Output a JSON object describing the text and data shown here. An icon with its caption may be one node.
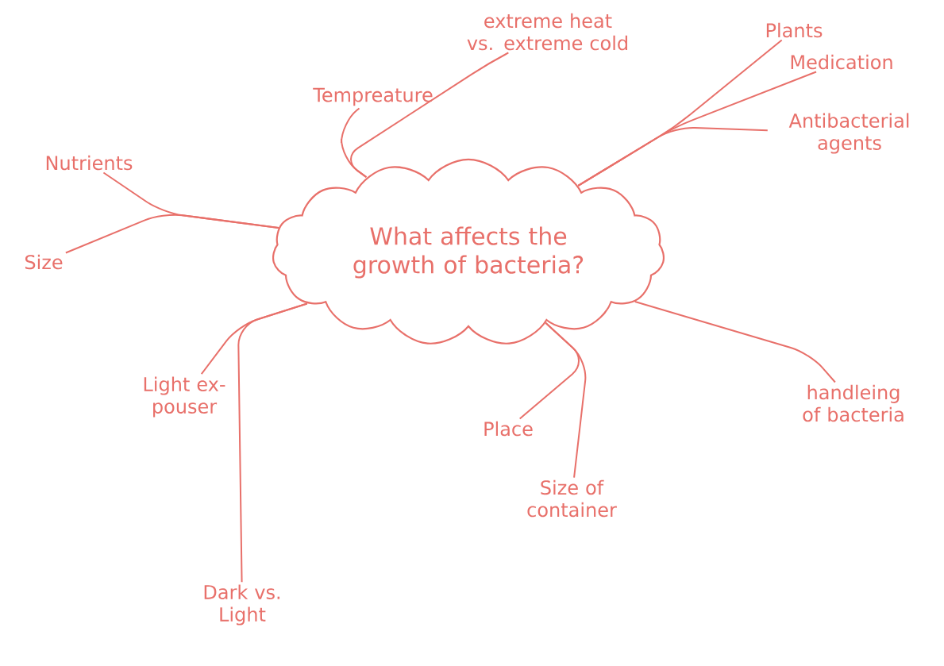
{
  "diagram": {
    "nodes": [
      {
        "text": [
          "What affects the growth of bacteria?"
        ]
      },
      {
        "text": [
          "Tempreature"
        ]
      },
      {
        "text": [
          "extreme heat vs. extreme cold"
        ]
      },
      {
        "text": [
          "Nutrients"
        ]
      },
      {
        "text": [
          "Size"
        ]
      },
      {
        "text": [
          "Plants"
        ]
      },
      {
        "text": [
          "Medication"
        ]
      },
      {
        "text": [
          "Antibacterial agents"
        ]
      },
      {
        "text": [
          "Light ex- pouser"
        ]
      },
      {
        "text": [
          "Dark vs. Light"
        ]
      },
      {
        "text": [
          "Place"
        ]
      },
      {
        "text": [
          "Size of container"
        ]
      },
      {
        "text": [
          "handleing of bacteria"
        ]
      }
    ],
    "edges": [
      {
        "from": 0,
        "to": 1,
        "arrow": "none"
      },
      {
        "from": 0,
        "to": 2,
        "arrow": "none"
      },
      {
        "from": 0,
        "to": 3,
        "arrow": "none"
      },
      {
        "from": 0,
        "to": 4,
        "arrow": "none"
      },
      {
        "from": 0,
        "to": 5,
        "arrow": "none"
      },
      {
        "from": 0,
        "to": 6,
        "arrow": "none"
      },
      {
        "from": 0,
        "to": 7,
        "arrow": "none"
      },
      {
        "from": 0,
        "to": 8,
        "arrow": "none"
      },
      {
        "from": 0,
        "to": 9,
        "arrow": "none"
      },
      {
        "from": 0,
        "to": 10,
        "arrow": "none"
      },
      {
        "from": 0,
        "to": 11,
        "arrow": "none"
      },
      {
        "from": 0,
        "to": 12,
        "arrow": "none"
      }
    ]
  }
}
